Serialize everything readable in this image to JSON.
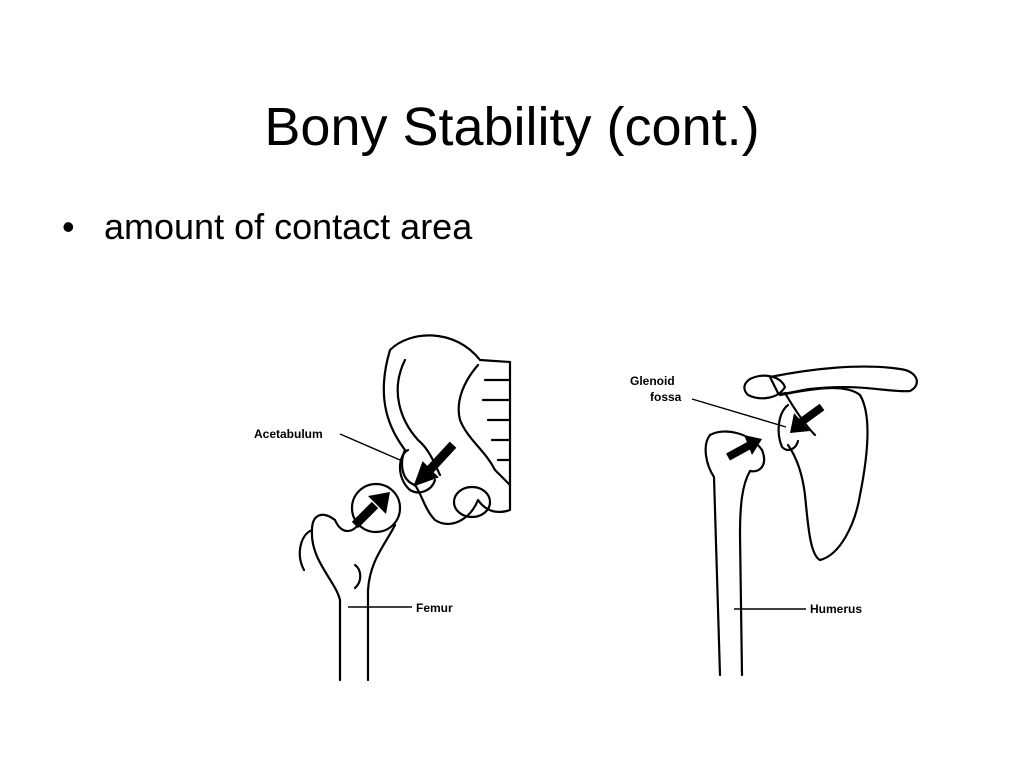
{
  "slide": {
    "title": "Bony Stability (cont.)",
    "bullets": [
      "amount of contact area"
    ]
  },
  "hip_figure": {
    "labels": {
      "acetabulum": "Acetabulum",
      "femur": "Femur"
    }
  },
  "shoulder_figure": {
    "labels": {
      "glenoid_line1": "Glenoid",
      "glenoid_line2": "fossa",
      "humerus": "Humerus"
    }
  }
}
